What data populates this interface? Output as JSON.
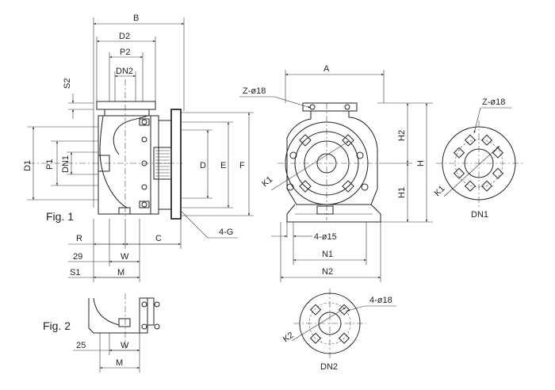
{
  "figure_labels": {
    "fig1": "Fig. 1",
    "fig2": "Fig. 2"
  },
  "side_view": {
    "dims": {
      "B": "B",
      "D2": "D2",
      "P2": "P2",
      "DN2": "DN2",
      "S2": "S2",
      "D1": "D1",
      "P1": "P1",
      "DN1": "DN1",
      "D": "D",
      "E": "E",
      "F": "F",
      "R": "R",
      "C": "C",
      "G": "4-G",
      "v29": "29",
      "W": "W",
      "S1": "S1",
      "M": "M"
    }
  },
  "fig2_view": {
    "dims": {
      "v25": "25",
      "W": "W",
      "M": "M"
    }
  },
  "front_view": {
    "dims": {
      "A": "A",
      "Z": "Z-ø18",
      "H2": "H2",
      "H": "H",
      "H1": "H1",
      "K1": "K1",
      "holes": "4-ø15",
      "N1": "N1",
      "N2": "N2"
    }
  },
  "dn1_flange": {
    "dims": {
      "Z": "Z-ø18",
      "K1": "K1",
      "title": "DN1"
    }
  },
  "dn2_flange": {
    "dims": {
      "holes": "4-ø18",
      "K2": "K2",
      "title": "DN2"
    }
  }
}
